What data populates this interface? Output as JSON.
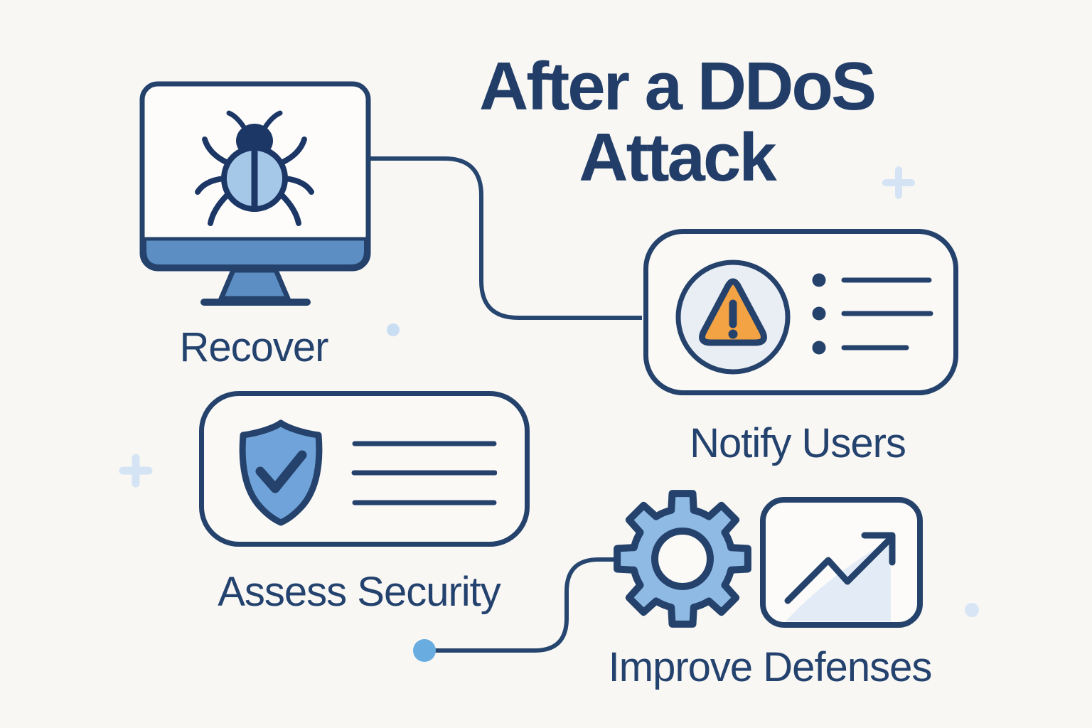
{
  "title": "After a DDoS Attack",
  "steps": {
    "recover": {
      "label": "Recover",
      "icon": "bug-on-monitor-icon"
    },
    "notify": {
      "label": "Notify Users",
      "icon": "warning-alert-list-icon"
    },
    "assess": {
      "label": "Assess Security",
      "icon": "shield-check-list-icon"
    },
    "improve": {
      "label": "Improve Defenses",
      "icon": "gear-growth-chart-icon"
    }
  },
  "colors": {
    "background": "#f8f7f4",
    "navy_outline": "#24426b",
    "navy_dark": "#1c3766",
    "text_navy": "#24426e",
    "medium_blue": "#5d8ec3",
    "light_blue": "#a6c8e8",
    "shield_blue": "#6fa3d9",
    "gear_blue": "#8fbae4",
    "warning_orange": "#f3a344",
    "warning_circle_fill": "#e9edf4",
    "chart_area_fill": "#e3ecf6",
    "pale_decoration": "#d5e4f4",
    "accent_dot": "#68ace0"
  }
}
